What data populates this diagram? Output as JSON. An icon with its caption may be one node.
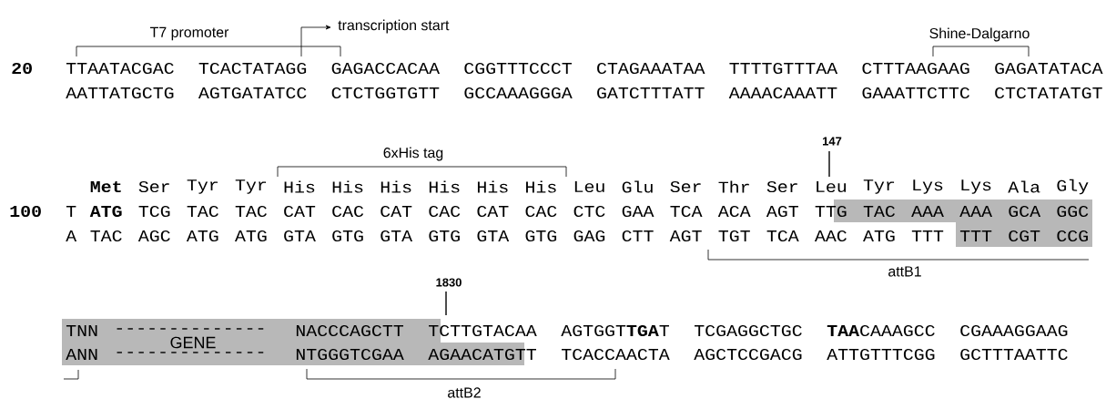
{
  "diagram": {
    "labels": [
      "T7 promoter",
      "transcription start",
      "Shine-Dalgarno",
      "20",
      "TTAATACGAC",
      "TCACTATAGG",
      "GAGACCACAA",
      "CGGTTTCCCT",
      "CTAGAAATAA",
      "TTTTGTTTAA",
      "CTTTAAGAAG",
      "GAGATATACA",
      "AATTATGCTG",
      "AGTGATATCC",
      "CTCTGGTGTT",
      "GCCAAAGGGA",
      "GATCTTTATT",
      "AAAACAAATT",
      "GAAATTCTTC",
      "CTCTATATGT",
      "6xHis tag",
      "147",
      "Met",
      "Ser",
      "Tyr",
      "Tyr",
      "His",
      "His",
      "His",
      "His",
      "His",
      "His",
      "Leu",
      "Glu",
      "Ser",
      "Thr",
      "Ser",
      "Leu",
      "Tyr",
      "Lys",
      "Lys",
      "Ala",
      "Gly",
      "100",
      "T",
      "ATG",
      "TCG",
      "TAC",
      "TAC",
      "CAT",
      "CAC",
      "CAT",
      "CAC",
      "CAT",
      "CAC",
      "CTC",
      "GAA",
      "TCA",
      "ACA",
      "AGT",
      "TTG",
      "TAC",
      "AAA",
      "AAA",
      "GCA",
      "GGC",
      "A",
      "TAC",
      "AGC",
      "ATG",
      "ATG",
      "GTA",
      "GTG",
      "GTA",
      "GTG",
      "GTA",
      "GTG",
      "GAG",
      "CTT",
      "AGT",
      "TGT",
      "TCA",
      "AAC",
      "ATG",
      "TTT",
      "TTT",
      "CGT",
      "CCG",
      "attB1",
      "1830",
      "TNN",
      "--------------",
      "NACCCAGCTT",
      "TCTTGTACAA",
      "AGTGGT**TGA**T",
      "TCGAGGCTGC",
      "**TAA**CAAAGCC",
      "CGAAAGGAAG",
      "GENE",
      "ANN",
      "--------------",
      "NTGGGTCGAA",
      "AGAACATGTT",
      "TCACCAACTA",
      "AGCTCCGACG",
      "ATTGTTTCGG",
      "GCTTTAATTC",
      "attB2"
    ]
  }
}
